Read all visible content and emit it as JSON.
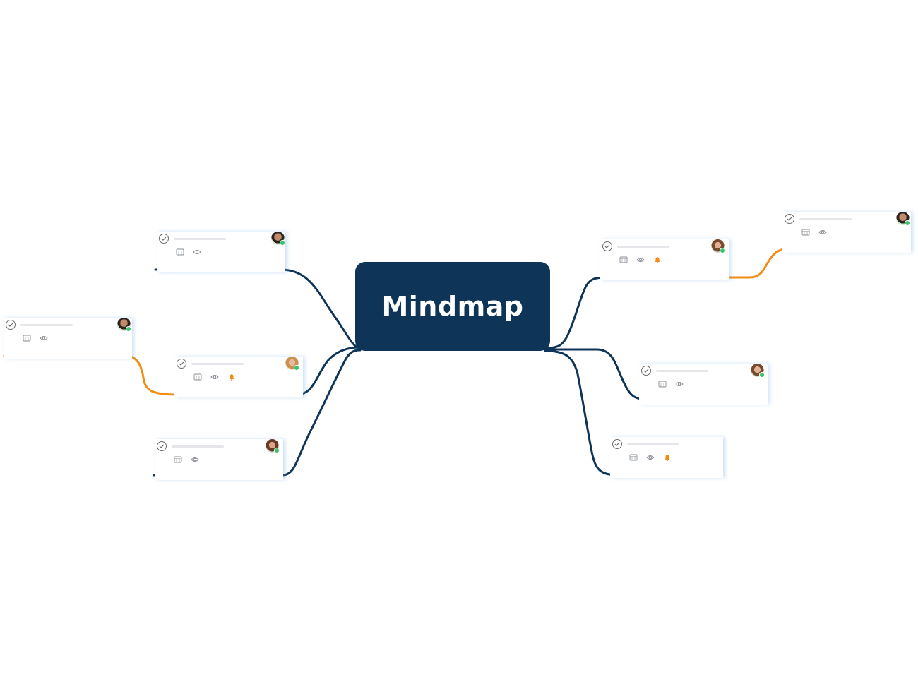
{
  "central": {
    "label": "Mindmap"
  },
  "colors": {
    "primary": "#0e3558",
    "accent": "#f28c12",
    "placeholder": "#e4e6e9",
    "icon": "#8a8f96",
    "status_online": "#3cc36b"
  },
  "nodes": [
    {
      "side": "left",
      "avatar": "avatar-man-dark",
      "icons": [
        "calendar-icon",
        "eye-icon"
      ]
    },
    {
      "side": "left",
      "avatar": "avatar-man-dark",
      "icons": [
        "calendar-icon",
        "eye-icon"
      ],
      "accent_branch": true
    },
    {
      "side": "left",
      "avatar": "avatar-woman-blonde",
      "icons": [
        "calendar-icon",
        "eye-icon",
        "bell-icon"
      ]
    },
    {
      "side": "left",
      "avatar": "avatar-woman-brown",
      "icons": [
        "calendar-icon",
        "eye-icon"
      ]
    },
    {
      "side": "right",
      "avatar": "avatar-man-dark",
      "icons": [
        "calendar-icon",
        "eye-icon"
      ],
      "accent_branch": true
    },
    {
      "side": "right",
      "avatar": "avatar-woman-brown",
      "icons": [
        "calendar-icon",
        "eye-icon",
        "bell-icon"
      ]
    },
    {
      "side": "right",
      "avatar": "avatar-woman-brown",
      "icons": [
        "calendar-icon",
        "eye-icon"
      ]
    },
    {
      "side": "right",
      "avatar": "none",
      "icons": [
        "calendar-icon",
        "eye-icon",
        "bell-icon"
      ]
    }
  ]
}
